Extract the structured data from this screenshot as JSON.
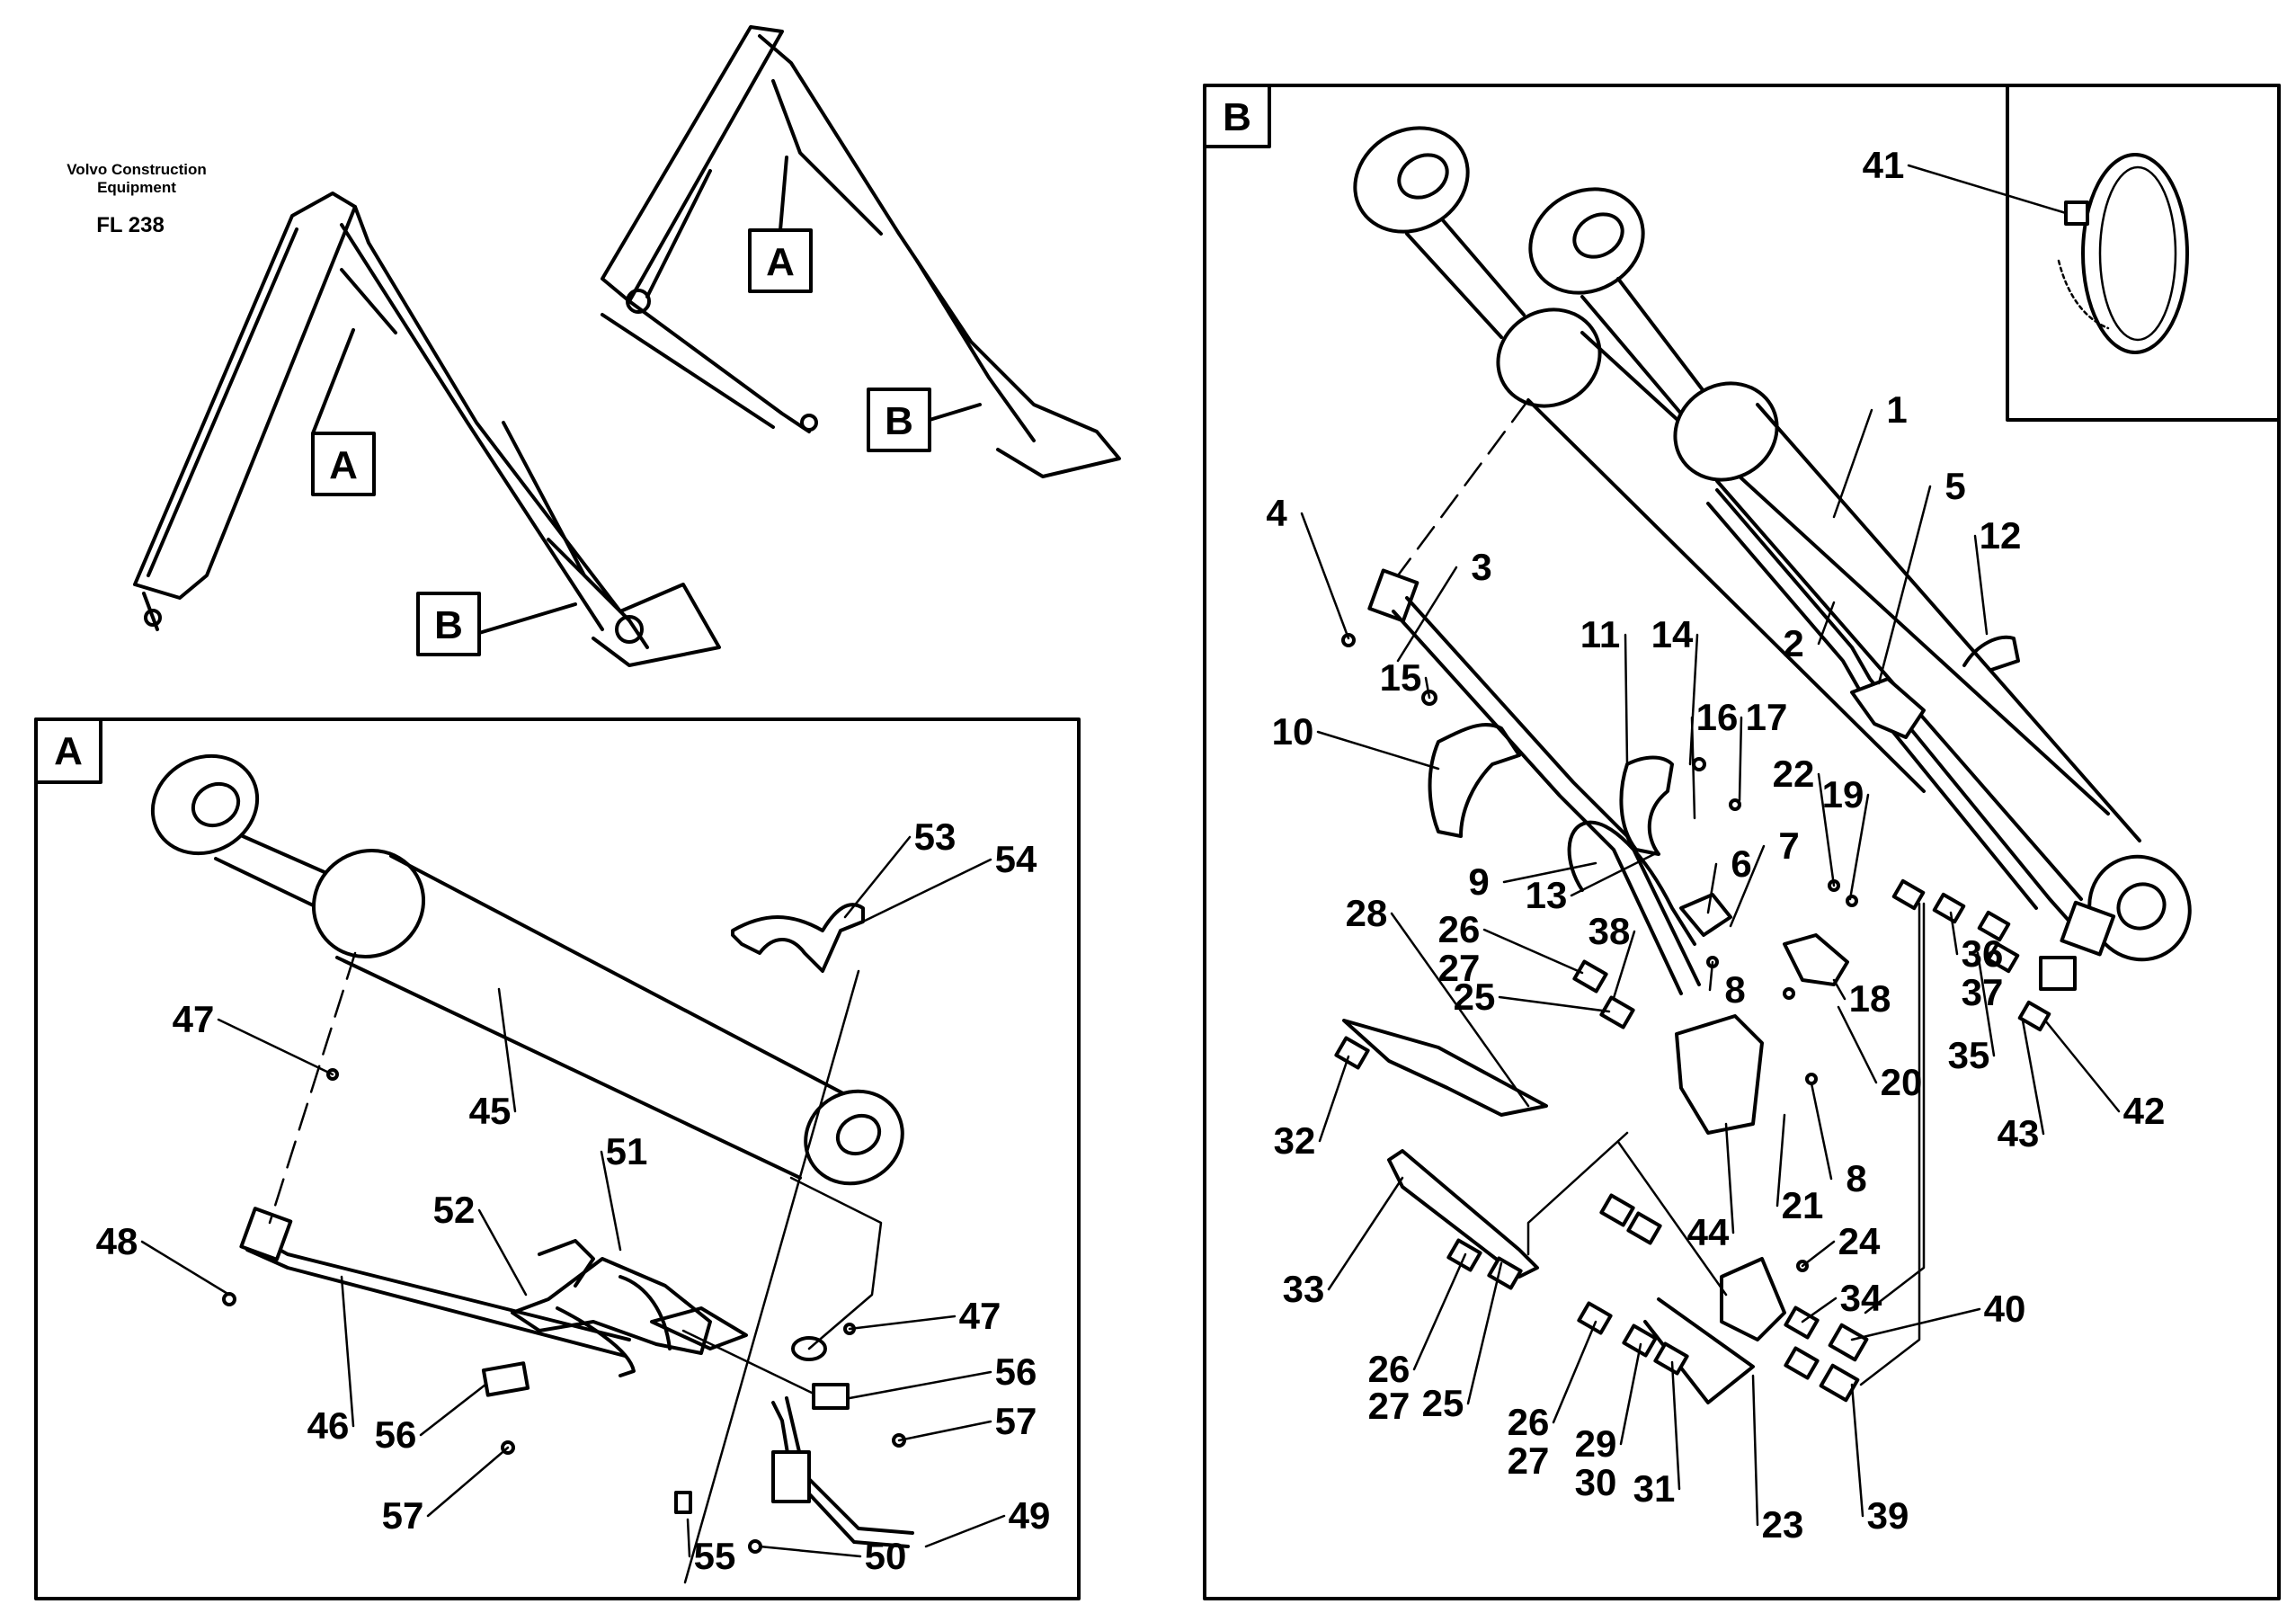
{
  "header": {
    "publisher_line1": "Volvo Construction",
    "publisher_line2": "Equipment",
    "model": "FL 238"
  },
  "callouts": {
    "a": "A",
    "b": "B"
  },
  "panel_a": {
    "label": "A",
    "part_numbers": [
      "45",
      "46",
      "47",
      "47",
      "48",
      "49",
      "50",
      "51",
      "52",
      "53",
      "54",
      "55",
      "56",
      "56",
      "57",
      "57"
    ]
  },
  "panel_b": {
    "label": "B",
    "part_numbers": [
      "1",
      "2",
      "3",
      "4",
      "5",
      "6",
      "7",
      "8",
      "8",
      "9",
      "10",
      "11",
      "12",
      "13",
      "14",
      "15",
      "16",
      "17",
      "18",
      "19",
      "20",
      "21",
      "22",
      "23",
      "24",
      "25",
      "25",
      "26",
      "26",
      "26",
      "27",
      "27",
      "27",
      "28",
      "29",
      "30",
      "31",
      "32",
      "33",
      "34",
      "35",
      "36",
      "37",
      "38",
      "39",
      "40",
      "41",
      "42",
      "43",
      "44"
    ]
  }
}
